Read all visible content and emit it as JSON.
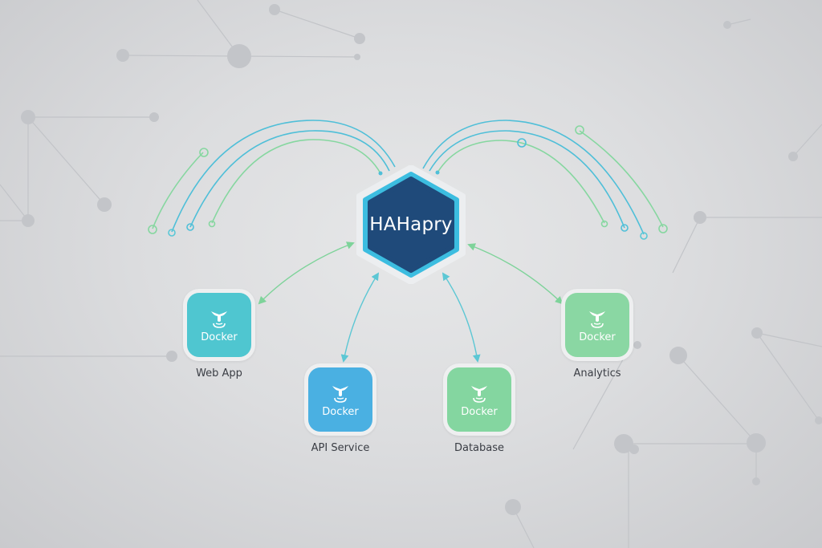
{
  "diagram": {
    "hub": {
      "label": "HAHapry",
      "fill": "#1f4a7a",
      "border": "#3cbde0"
    },
    "nodes": [
      {
        "id": "web-app",
        "label": "Web App",
        "badge": "Docker",
        "color": "#4fc6d0",
        "icon": "docker-whale-icon"
      },
      {
        "id": "api-service",
        "label": "API Service",
        "badge": "Docker",
        "color": "#4ab0e2",
        "icon": "docker-whale-icon"
      },
      {
        "id": "database",
        "label": "Database",
        "badge": "Docker",
        "color": "#84d6a0",
        "icon": "docker-whale-icon"
      },
      {
        "id": "analytics",
        "label": "Analytics",
        "badge": "Docker",
        "color": "#8ad7a3",
        "icon": "docker-whale-icon"
      }
    ],
    "edges": [
      {
        "from": "hub",
        "to": "web-app",
        "bidirectional": true,
        "color": "#7ed39a"
      },
      {
        "from": "hub",
        "to": "api-service",
        "bidirectional": true,
        "color": "#5cc7d4"
      },
      {
        "from": "hub",
        "to": "database",
        "bidirectional": true,
        "color": "#5cc7d4"
      },
      {
        "from": "hub",
        "to": "analytics",
        "bidirectional": true,
        "color": "#7ed39a"
      }
    ],
    "colors": {
      "accent_blue": "#3cb4d8",
      "accent_green": "#7ed39a",
      "background": "#dfe0e2",
      "network_gray": "#b9bbbf"
    }
  }
}
